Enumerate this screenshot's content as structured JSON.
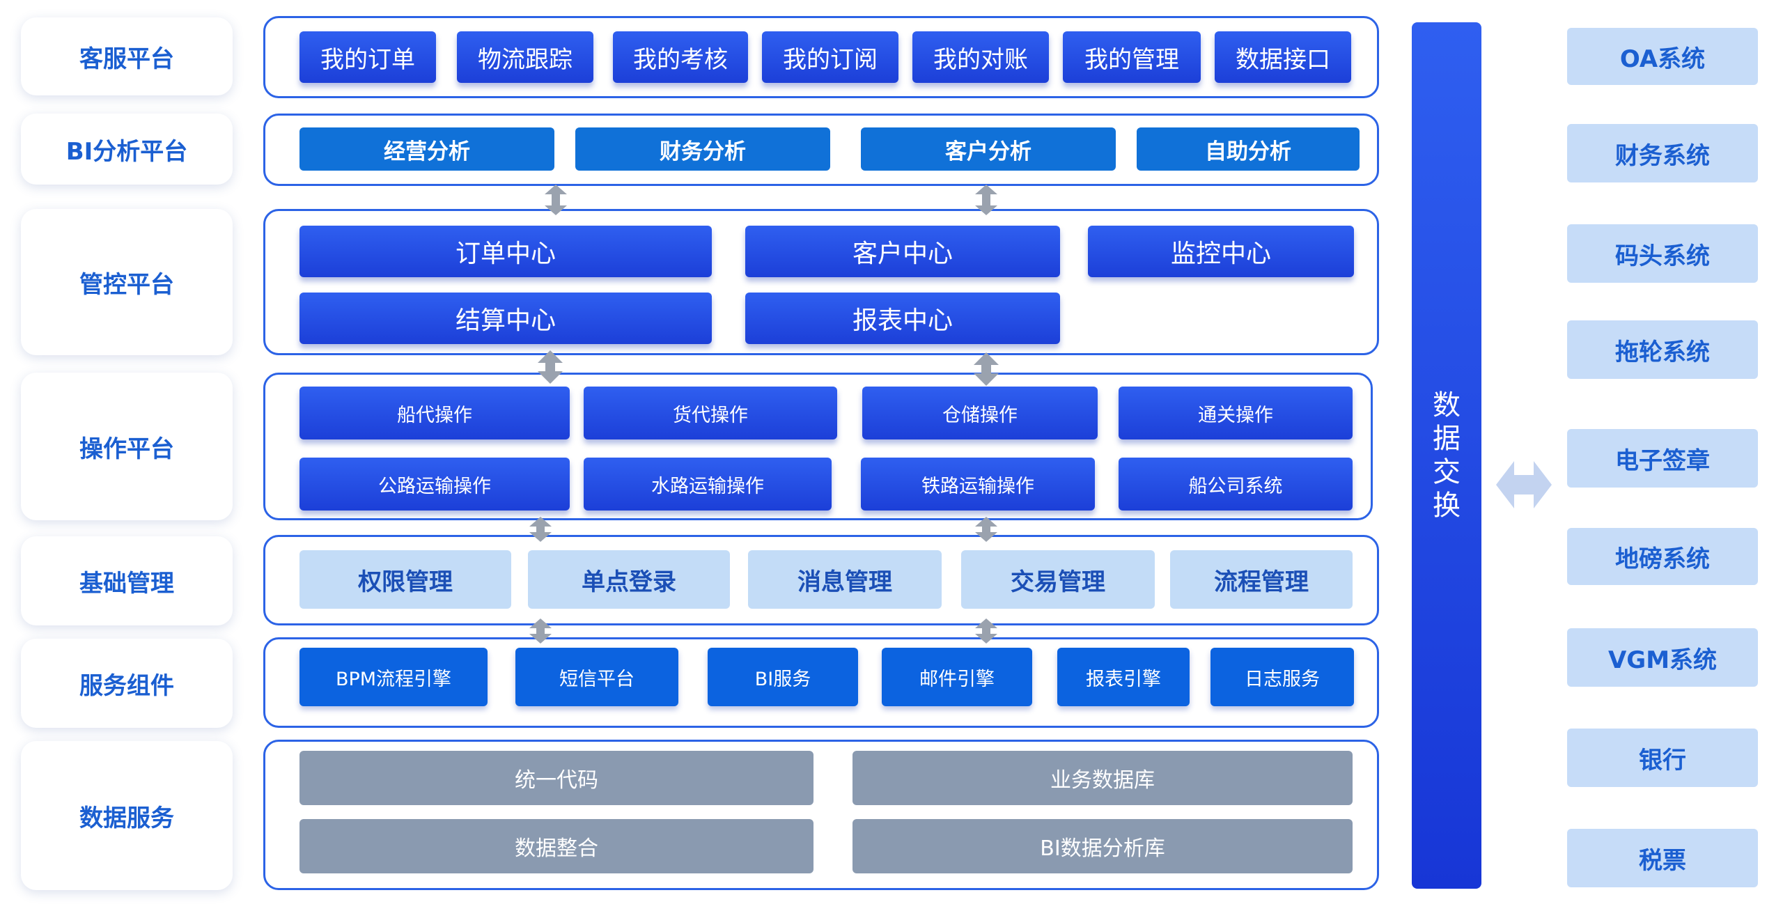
{
  "layers": [
    {
      "label": "客服平台"
    },
    {
      "label": "BI分析平台"
    },
    {
      "label": "管控平台"
    },
    {
      "label": "操作平台"
    },
    {
      "label": "基础管理"
    },
    {
      "label": "服务组件"
    },
    {
      "label": "数据服务"
    }
  ],
  "service_platform": [
    "我的订单",
    "物流跟踪",
    "我的考核",
    "我的订阅",
    "我的对账",
    "我的管理",
    "数据接口"
  ],
  "bi_platform": [
    "经营分析",
    "财务分析",
    "客户分析",
    "自助分析"
  ],
  "control_platform": [
    "订单中心",
    "客户中心",
    "监控中心",
    "结算中心",
    "报表中心"
  ],
  "operation_platform": [
    "船代操作",
    "货代操作",
    "仓储操作",
    "通关操作",
    "公路运输操作",
    "水路运输操作",
    "铁路运输操作",
    "船公司系统"
  ],
  "base_management": [
    "权限管理",
    "单点登录",
    "消息管理",
    "交易管理",
    "流程管理"
  ],
  "service_components": [
    "BPM流程引擎",
    "短信平台",
    "BI服务",
    "邮件引擎",
    "报表引擎",
    "日志服务"
  ],
  "data_services": [
    "统一代码",
    "业务数据库",
    "数据整合",
    "BI数据分析库"
  ],
  "data_exchange": [
    "数",
    "据",
    "交",
    "换"
  ],
  "external_systems": [
    "OA系统",
    "财务系统",
    "码头系统",
    "拖轮系统",
    "电子签章",
    "地磅系统",
    "VGM系统",
    "银行",
    "税票"
  ]
}
